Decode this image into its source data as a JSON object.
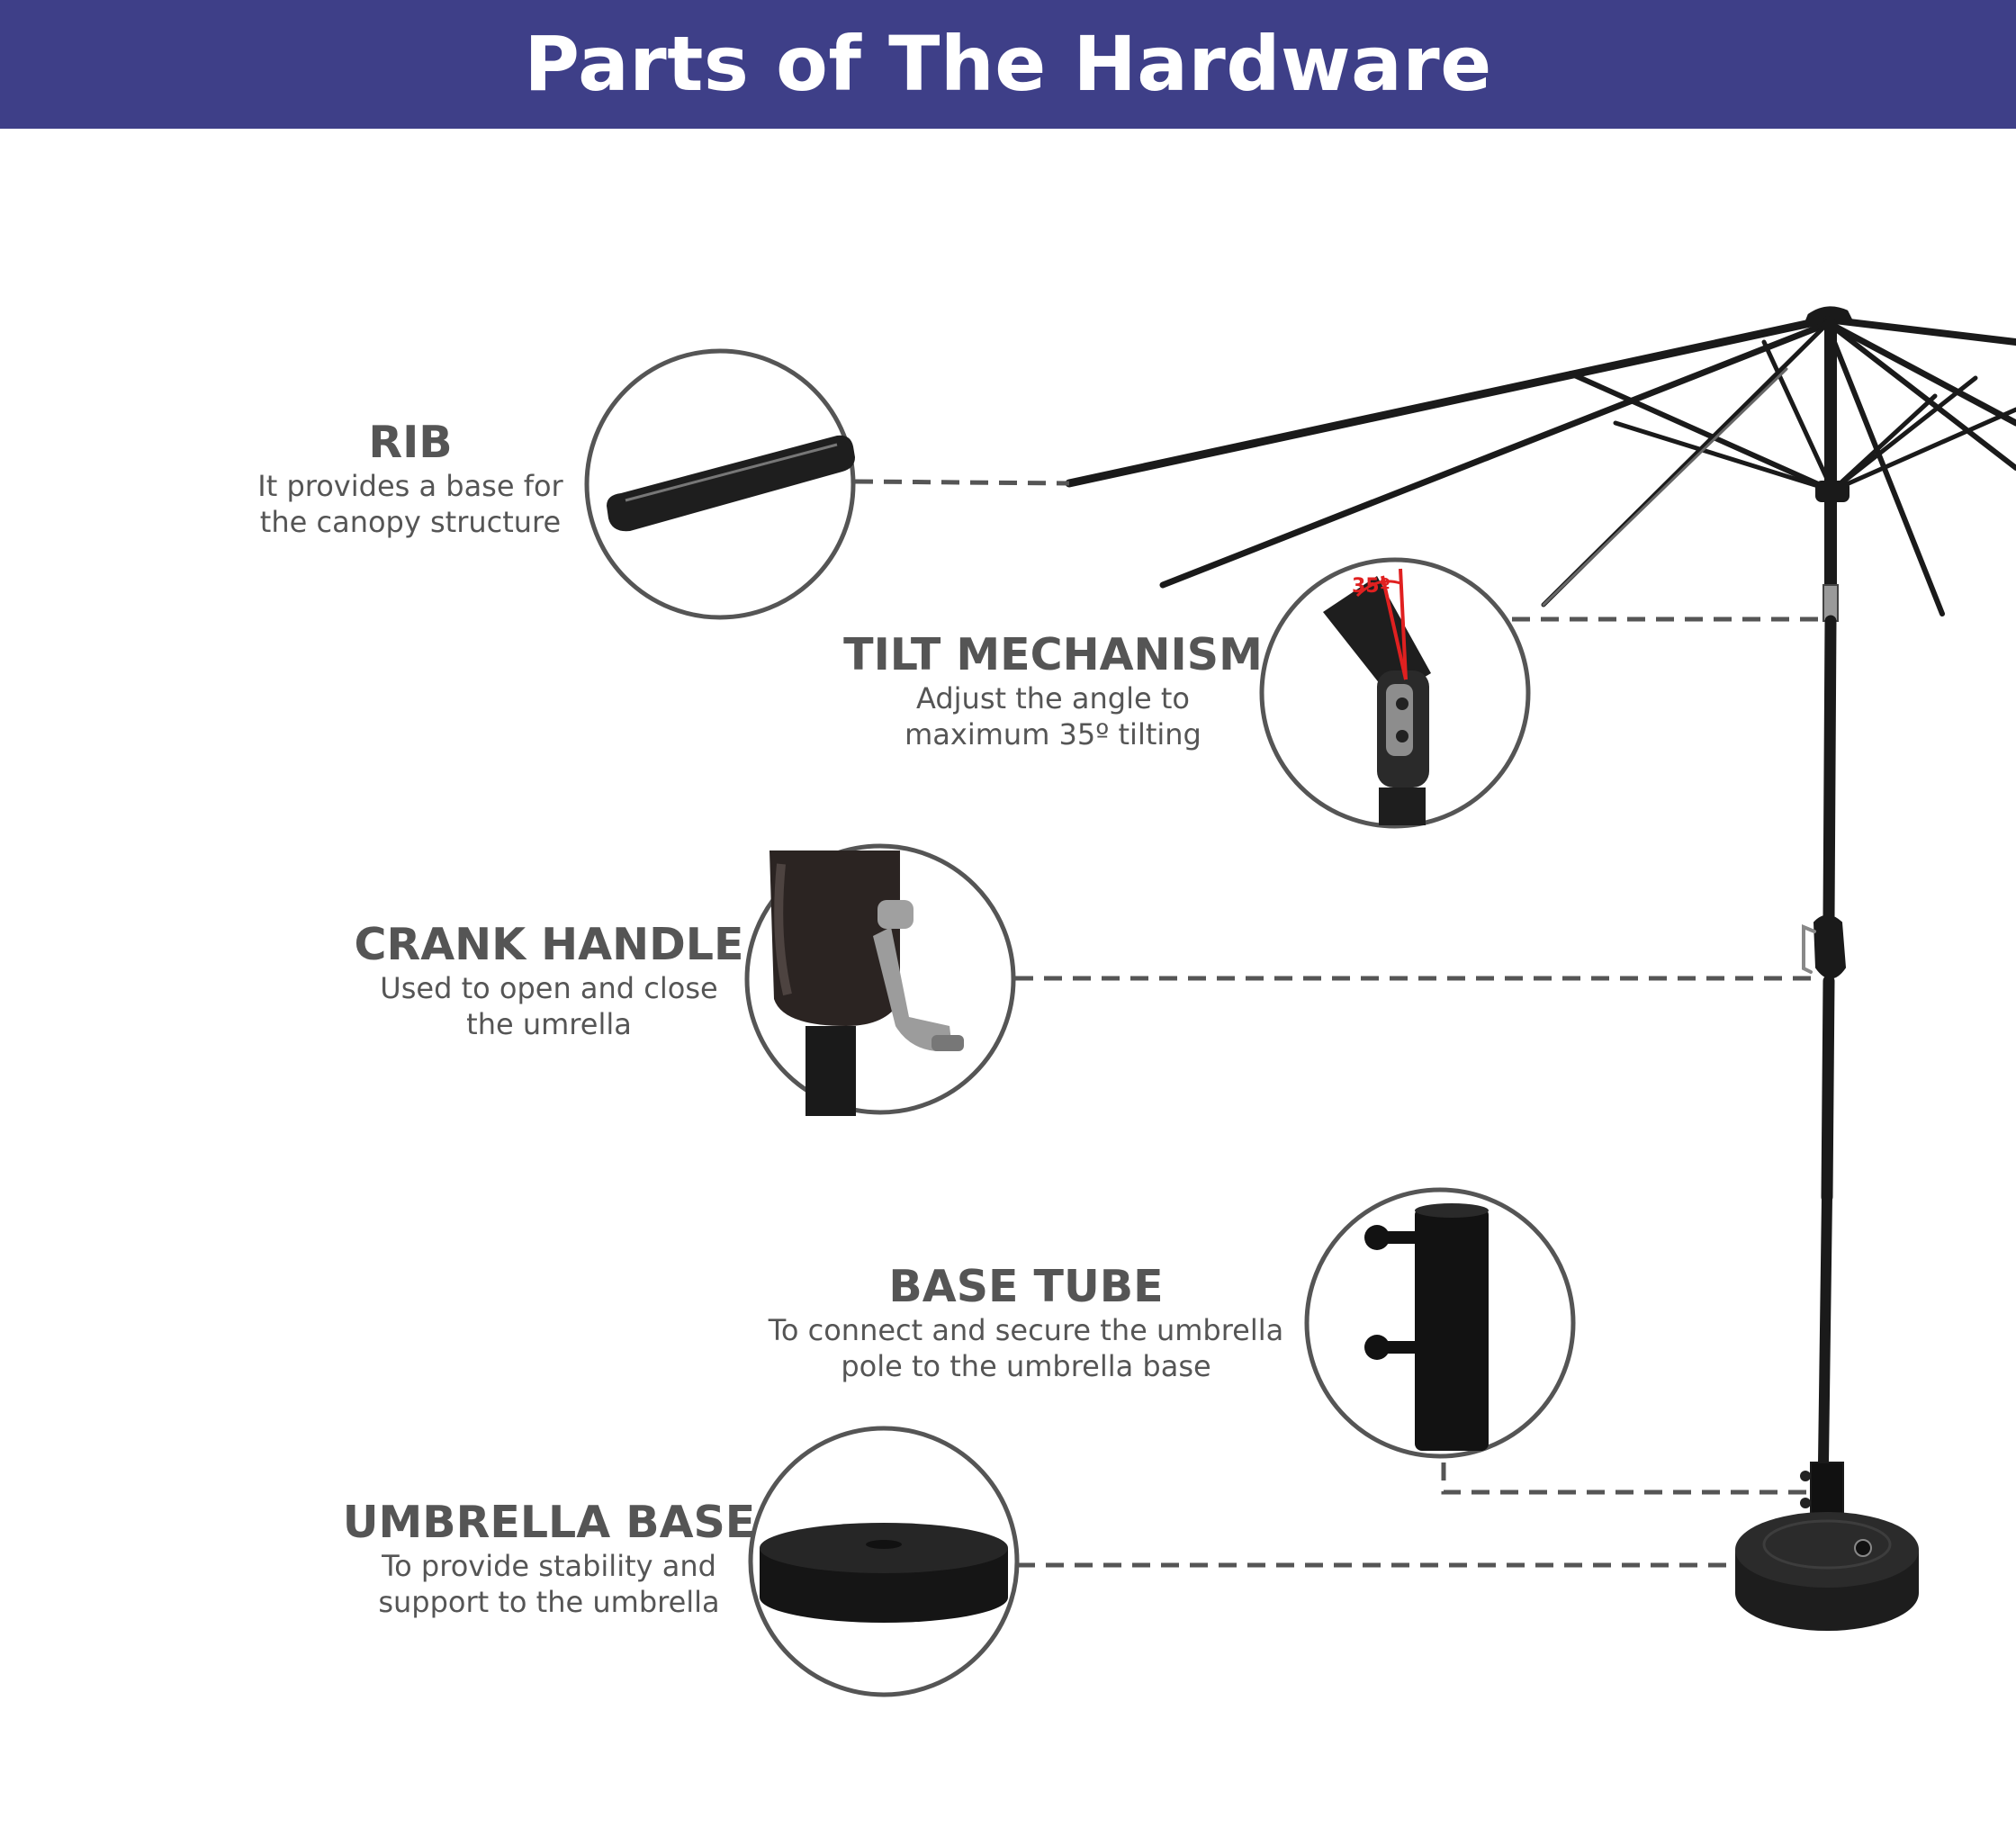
{
  "header": {
    "title": "Parts of The Hardware",
    "background_color": "#3e3f88",
    "text_color": "#ffffff"
  },
  "parts": [
    {
      "id": "rib",
      "title": "RIB",
      "description_lines": [
        "It provides a base for",
        "the canopy structure"
      ],
      "icon": "rib-closeup-icon"
    },
    {
      "id": "tilt",
      "title": "TILT MECHANISM",
      "description_lines": [
        "Adjust the angle to",
        "maximum 35º tilting"
      ],
      "icon": "tilt-joint-closeup-icon",
      "angle_label": "35º"
    },
    {
      "id": "crank",
      "title": "CRANK HANDLE",
      "description_lines": [
        "Used to open and close",
        "the umrella"
      ],
      "icon": "crank-handle-closeup-icon"
    },
    {
      "id": "tube",
      "title": "BASE TUBE",
      "description_lines": [
        "To connect and secure the umbrella",
        "pole to the umbrella base"
      ],
      "icon": "base-tube-closeup-icon"
    },
    {
      "id": "base",
      "title": "UMBRELLA BASE",
      "description_lines": [
        "To provide stability and",
        "support to the umbrella"
      ],
      "icon": "umbrella-base-closeup-icon"
    }
  ],
  "colors": {
    "text": "#555555",
    "circle_border": "#555555",
    "leader_line": "#555555",
    "frame": "#1a1a1a",
    "angle_marker": "#e02020"
  }
}
